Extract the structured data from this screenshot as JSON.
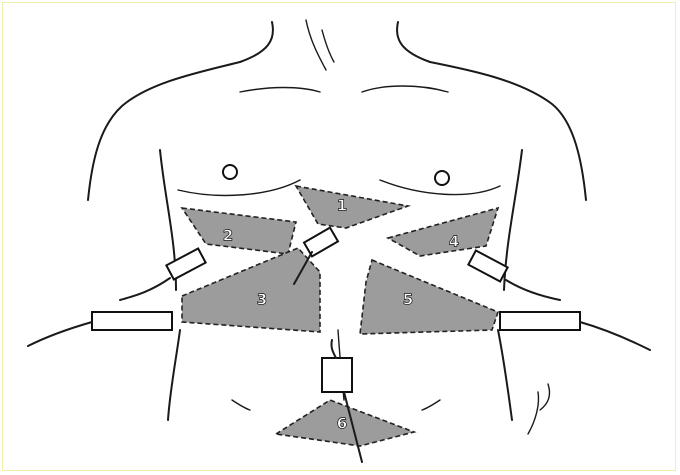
{
  "diagram": {
    "zones": [
      {
        "id": "zone-1",
        "label": "1"
      },
      {
        "id": "zone-2",
        "label": "2"
      },
      {
        "id": "zone-3",
        "label": "3"
      },
      {
        "id": "zone-4",
        "label": "4"
      },
      {
        "id": "zone-5",
        "label": "5"
      },
      {
        "id": "zone-6",
        "label": "6"
      }
    ],
    "colors": {
      "zone_fill": "#9c9c9c",
      "ink": "#1a1a1a",
      "frame": "#f2eeb0"
    }
  }
}
